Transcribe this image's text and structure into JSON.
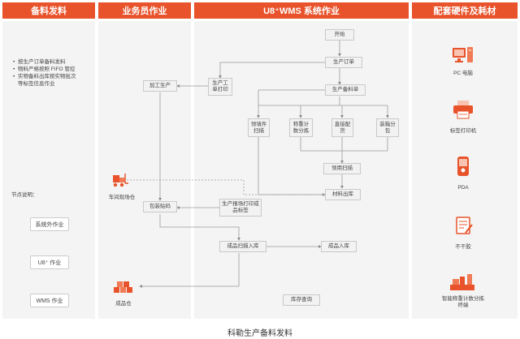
{
  "columns": [
    {
      "title": "备料发料"
    },
    {
      "title": "业务员作业"
    },
    {
      "title": "U8⁺WMS 系统作业"
    },
    {
      "title": "配套硬件及耗材"
    }
  ],
  "notes": {
    "bullets": [
      "按生产订单备料发料",
      "物料严格按照 FIFO 管控",
      "实物备料出库按实物批次",
      "等标签信息作业"
    ],
    "legend_title": "节点说明：",
    "legend": [
      "系统外作业",
      "U8⁺ 作业",
      "WMS 作业"
    ]
  },
  "worker": {
    "workshop": "车间现场仓",
    "finished_warehouse": "成品仓"
  },
  "nodes": {
    "start": "开始",
    "production_order": "生产订单",
    "print_order": "生产工单打印",
    "process": "加工生产",
    "material_list": "生产备料单",
    "label_scan": "领填件扫描",
    "weigh_count": "称重计数分拣",
    "direct_dispatch": "直接配货",
    "box_pack": "装箱分包",
    "pick_scan": "领用扫描",
    "material_out": "材料出库",
    "pack": "包装贴码",
    "report_print": "生产报场打印成品标签",
    "finish_scan": "成品扫描入库",
    "finish_in": "成品入库",
    "inventory": "库存查询"
  },
  "hardware": [
    {
      "label": "PC 电脑",
      "icon": "pc-icon"
    },
    {
      "label": "标签打印机",
      "icon": "printer-icon"
    },
    {
      "label": "PDA",
      "icon": "pda-icon"
    },
    {
      "label": "不干胶",
      "icon": "sticker-icon"
    },
    {
      "label": "智能称重计数分拣终端",
      "icon": "scale-icon"
    }
  ],
  "caption": "科勒生产备料发料",
  "colors": {
    "accent": "#e8532b",
    "panel": "#f4f4f4"
  }
}
